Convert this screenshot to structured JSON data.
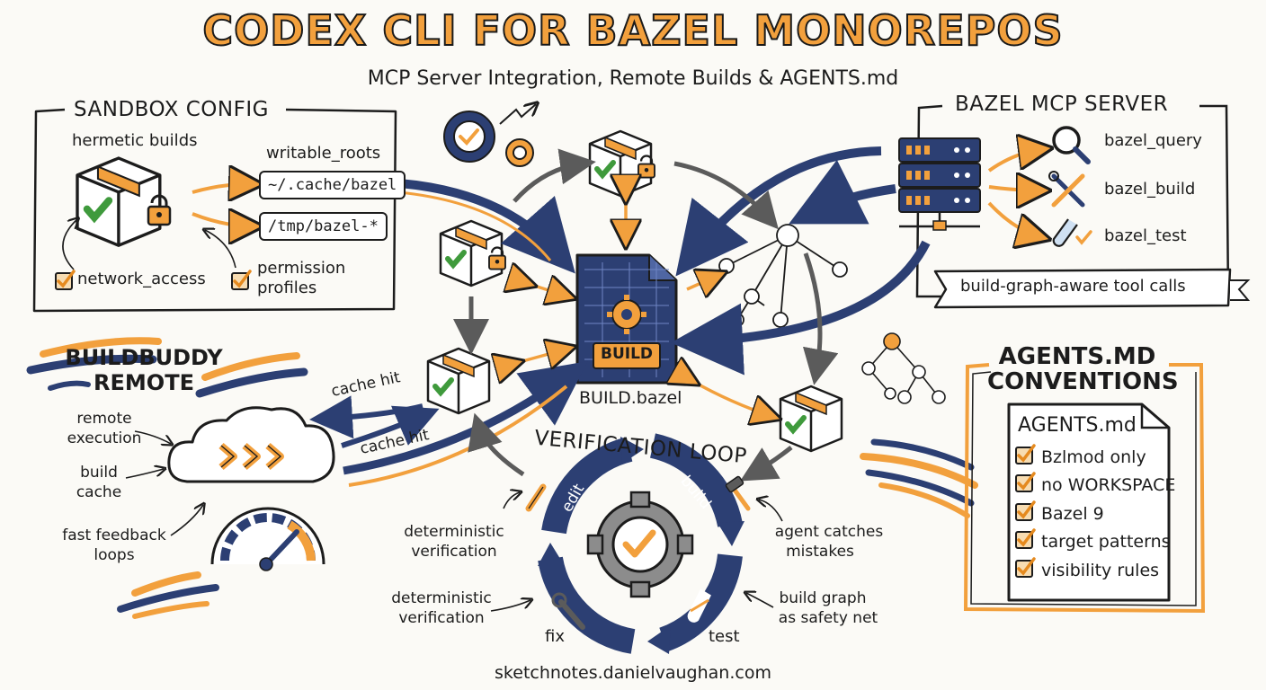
{
  "header": {
    "title": "CODEX CLI FOR BAZEL MONOREPOS",
    "subtitle": "MCP Server Integration, Remote Builds & AGENTS.md"
  },
  "sandbox": {
    "heading": "SANDBOX CONFIG",
    "hermetic": "hermetic builds",
    "writable_roots": "writable_roots",
    "paths": [
      "~/.cache/bazel",
      "/tmp/bazel-*"
    ],
    "network_access": "network_access",
    "permission_profiles": [
      "permission",
      "profiles"
    ]
  },
  "mcp": {
    "heading": "BAZEL MCP SERVER",
    "tools": [
      "bazel_query",
      "bazel_build",
      "bazel_test"
    ],
    "banner": "build-graph-aware tool calls"
  },
  "center": {
    "file_label": "BUILD.bazel",
    "badge": "BUILD"
  },
  "buildbuddy": {
    "heading": [
      "BUILDBUDDY",
      "REMOTE"
    ],
    "remote_execution": [
      "remote",
      "execution"
    ],
    "build_cache": [
      "build",
      "cache"
    ],
    "fast_feedback": [
      "fast feedback",
      "loops"
    ],
    "cache_hit_1": "cache hit",
    "cache_hit_2": "cache hit"
  },
  "loop": {
    "heading": "VERIFICATION LOOP",
    "steps": [
      "edit",
      "build",
      "test",
      "fix"
    ],
    "det_1": [
      "deterministic",
      "verification"
    ],
    "det_2": [
      "deterministic",
      "verification"
    ],
    "agent_catches": [
      "agent catches",
      "mistakes"
    ],
    "safety_net": [
      "build graph",
      "as safety net"
    ]
  },
  "agents": {
    "heading": [
      "AGENTS.MD",
      "CONVENTIONS"
    ],
    "doc_title": "AGENTS.md",
    "items": [
      "Bzlmod only",
      "no WORKSPACE",
      "Bazel 9",
      "target patterns",
      "visibility rules"
    ]
  },
  "footer": {
    "credit": "sketchnotes.danielvaughan.com"
  },
  "colors": {
    "orange": "#f2a03d",
    "navy": "#2c3f73",
    "ink": "#1c1c1c",
    "green": "#3f9a3c",
    "paper": "#fbfaf6"
  }
}
